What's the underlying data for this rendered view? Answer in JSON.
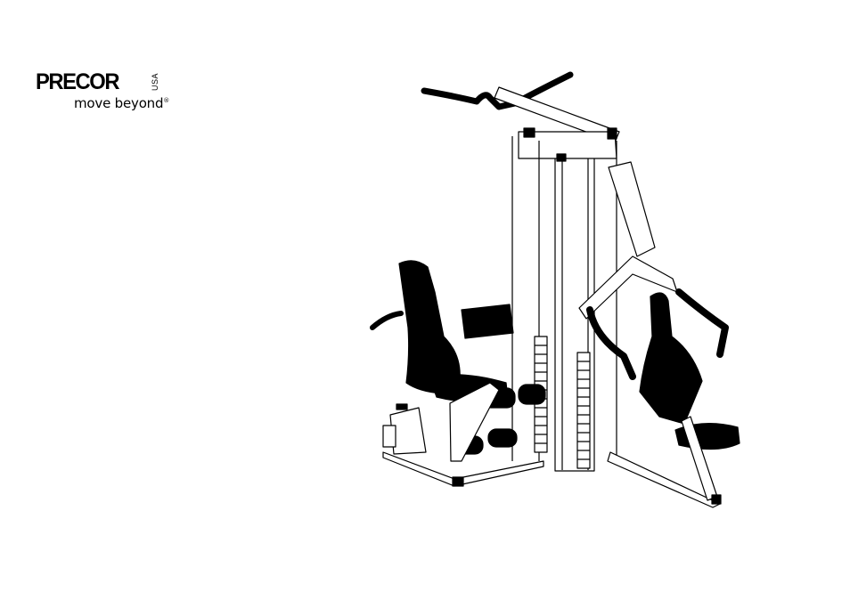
{
  "brand": {
    "name": "PRECOR",
    "country": "USA",
    "tagline": "move beyond",
    "trademark": "®"
  }
}
